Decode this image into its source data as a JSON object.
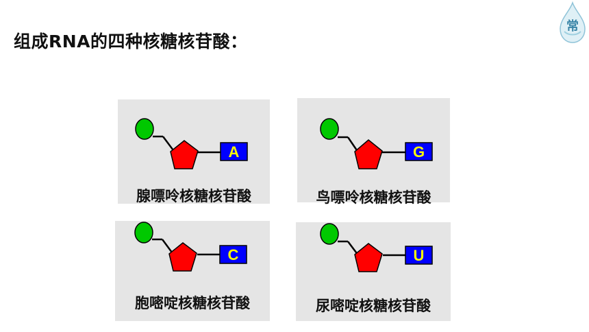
{
  "title": "组成RNA的四种核糖核苷酸：",
  "logo_char": "常",
  "colors": {
    "phosphate": "#00c800",
    "ribose": "#ff0000",
    "base_box": "#0000ff",
    "base_letter": "#ffff00",
    "card_bg": "#e5e5e5"
  },
  "nucleotides": [
    {
      "base": "A",
      "name": "腺嘌呤核糖核苷酸"
    },
    {
      "base": "G",
      "name": "鸟嘌呤核糖核苷酸"
    },
    {
      "base": "C",
      "name": "胞嘧啶核糖核苷酸"
    },
    {
      "base": "U",
      "name": "尿嘧啶核糖核苷酸"
    }
  ]
}
